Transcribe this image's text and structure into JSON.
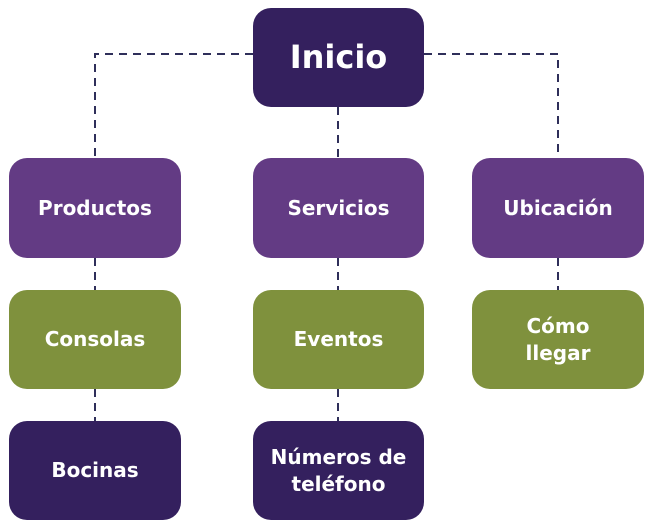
{
  "colors": {
    "dark_purple": "#34205e",
    "purple": "#633b84",
    "olive_green": "#7f913d",
    "connector": "#2f2f5a",
    "background": "#ffffff"
  },
  "root": {
    "label": "Inicio"
  },
  "sections": [
    {
      "label": "Productos",
      "subitem": "Consolas",
      "leaf": "Bocinas"
    },
    {
      "label": "Servicios",
      "subitem": "Eventos",
      "leaf": "Números de teléfono"
    },
    {
      "label": "Ubicación",
      "subitem": "Cómo llegar"
    }
  ]
}
